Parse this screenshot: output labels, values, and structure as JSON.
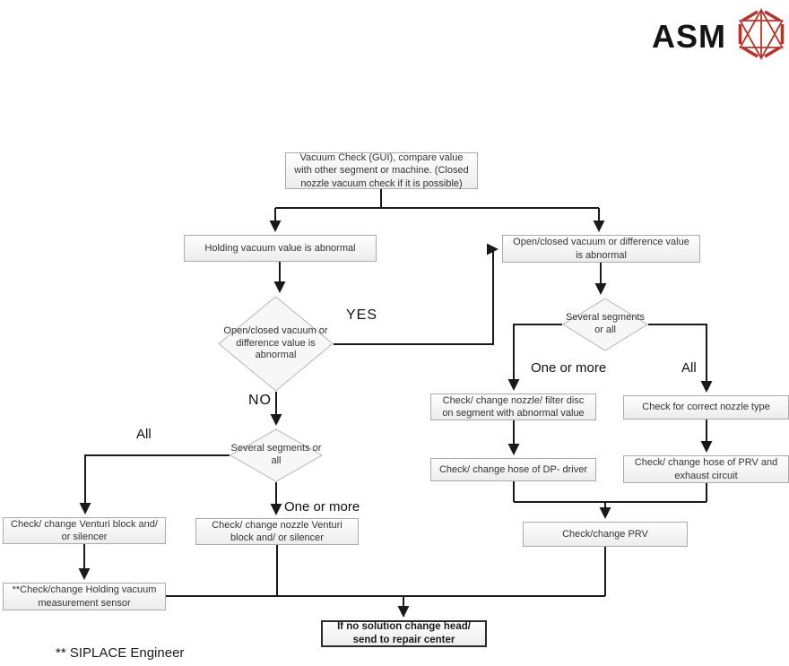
{
  "logo": {
    "text": "ASM",
    "icon": "asm-hexagon-icon",
    "icon_color": "#b5352b",
    "text_color": "#141414"
  },
  "footnote": "** SIPLACE Engineer",
  "flowchart": {
    "nodes": {
      "start": "Vacuum Check (GUI), compare value with other segment or machine. (Closed nozzle vacuum check if it is possible)",
      "holding_abnormal": "Holding vacuum value is abnormal",
      "open_closed_abnormal": "Open/closed vacuum or difference value is abnormal",
      "decision_open_closed": "Open/closed vacuum or difference value is abnormal",
      "decision_segments_left": "Several segments or all",
      "decision_segments_right": "Several segments or all",
      "venturi_block": "Check/ change Venturi block and/ or silencer",
      "nozzle_venturi_block": "Check/ change nozzle Venturi block and/ or silencer",
      "holding_sensor": "**Check/change Holding vacuum measurement sensor",
      "nozzle_filter_disc": "Check/ change nozzle/ filter disc on segment with abnormal value",
      "correct_nozzle_type": "Check for correct nozzle type",
      "dp_driver_hose": "Check/ change hose of DP- driver",
      "prv_hose": "Check/ change hose of PRV and exhaust circuit",
      "check_prv": "Check/change PRV",
      "final": "If no solution change head/ send to repair center"
    },
    "edge_labels": {
      "yes": "YES",
      "no": "NO",
      "all_left": "All",
      "one_or_more_left": "One or more",
      "one_or_more_right": "One or more",
      "all_right": "All"
    },
    "line_color": "#1a1a1a",
    "box_border_color": "#ababab"
  }
}
